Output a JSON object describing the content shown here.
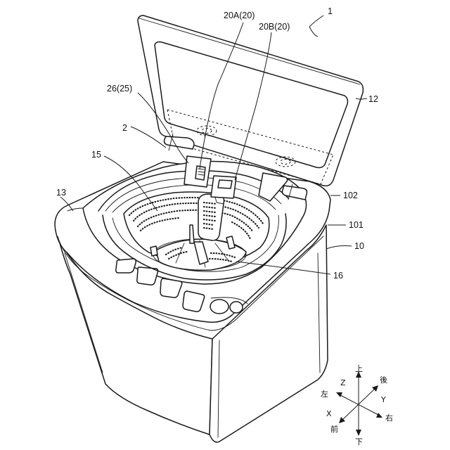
{
  "labels": {
    "ref_1": "1",
    "ref_12": "12",
    "ref_20a": "20A(20)",
    "ref_20b": "20B(20)",
    "ref_26": "26(25)",
    "ref_2": "2",
    "ref_15": "15",
    "ref_13": "13",
    "ref_102": "102",
    "ref_101": "101",
    "ref_10": "10",
    "ref_16": "16"
  },
  "axes": {
    "z": "Z",
    "x": "X",
    "y": "Y",
    "up": "上",
    "down": "下",
    "back": "後",
    "front": "前",
    "left": "左",
    "right": "右"
  }
}
